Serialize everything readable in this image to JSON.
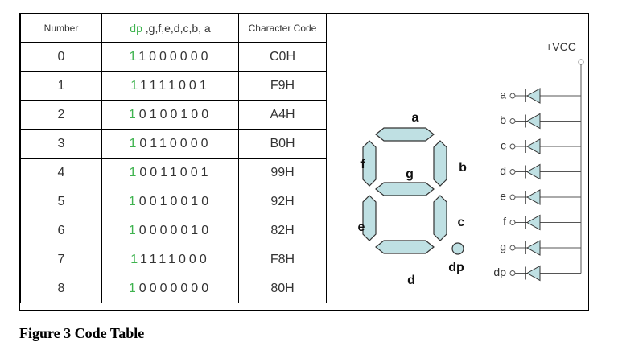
{
  "table": {
    "headers": {
      "number": "Number",
      "bits_dp": "dp",
      "bits_rest": " ,g,f,e,d,c,b, a",
      "code": "Character Code"
    },
    "rows": [
      {
        "number": "0",
        "dp": "1",
        "bits": "1000000",
        "code": "C0H"
      },
      {
        "number": "1",
        "dp": "1",
        "bits": "1111001",
        "code": "F9H"
      },
      {
        "number": "2",
        "dp": "1",
        "bits": "0100100",
        "code": "A4H"
      },
      {
        "number": "3",
        "dp": "1",
        "bits": "0110000",
        "code": "B0H"
      },
      {
        "number": "4",
        "dp": "1",
        "bits": "0011001",
        "code": "99H"
      },
      {
        "number": "5",
        "dp": "1",
        "bits": "0010010",
        "code": "92H"
      },
      {
        "number": "6",
        "dp": "1",
        "bits": "0000010",
        "code": "82H"
      },
      {
        "number": "7",
        "dp": "1",
        "bits": "1111000",
        "code": "F8H"
      },
      {
        "number": "8",
        "dp": "1",
        "bits": "0000000",
        "code": "80H"
      }
    ]
  },
  "display": {
    "segment_labels": {
      "a": "a",
      "b": "b",
      "c": "c",
      "d": "d",
      "e": "e",
      "f": "f",
      "g": "g",
      "dp": "dp"
    },
    "segment_color": "#bfe0e3"
  },
  "circuit": {
    "vcc_label": "+VCC",
    "pins": [
      "a",
      "b",
      "c",
      "d",
      "e",
      "f",
      "g",
      "dp"
    ]
  },
  "caption": "Figure 3 Code Table"
}
